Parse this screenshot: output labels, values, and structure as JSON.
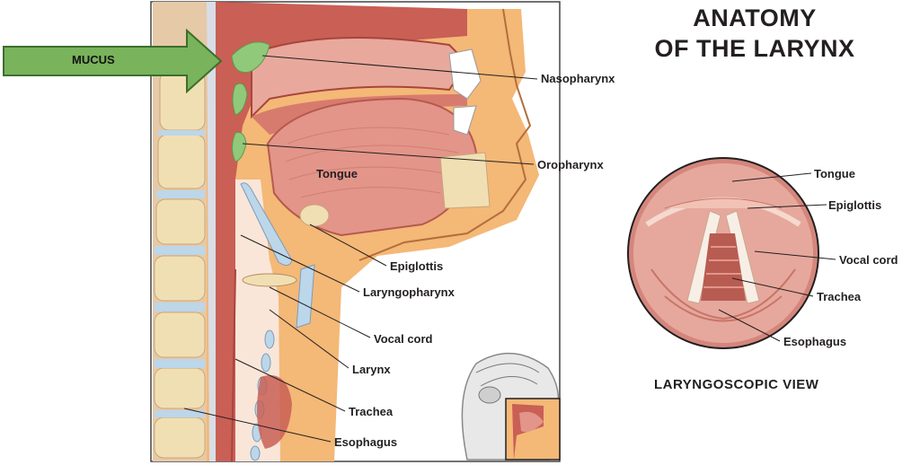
{
  "title": {
    "line1": "ANATOMY",
    "line2": "OF THE LARYNX"
  },
  "callout": {
    "label": "MUCUS",
    "arrow_color": "#79b35c",
    "mucus_color": "#90c97a"
  },
  "sagittal_labels": {
    "nasopharynx": "Nasopharynx",
    "oropharynx": "Oropharynx",
    "tongue": "Tongue",
    "epiglottis": "Epiglottis",
    "laryngopharynx": "Laryngopharynx",
    "vocal_cord": "Vocal cord",
    "larynx": "Larynx",
    "trachea": "Trachea",
    "esophagus": "Esophagus"
  },
  "laryngoscopic": {
    "caption": "LARYNGOSCOPIC VIEW",
    "labels": {
      "tongue": "Tongue",
      "epiglottis": "Epiglottis",
      "vocal_cord": "Vocal cord",
      "trachea": "Trachea",
      "esophagus": "Esophagus"
    }
  },
  "colors": {
    "tissue_red": "#c95f55",
    "tissue_pink": "#e8a99c",
    "bone": "#f1dfb4",
    "skin_orange": "#f4b877",
    "airway": "#f9e6d9"
  }
}
